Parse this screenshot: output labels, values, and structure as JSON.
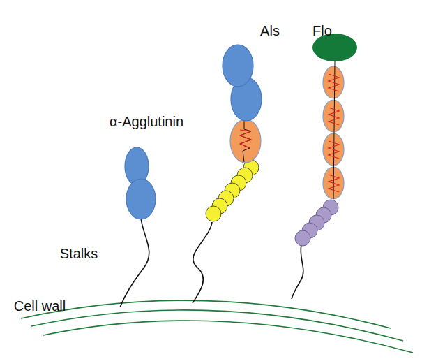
{
  "diagram": {
    "labels": [
      "Als",
      "Flo",
      "α-Agglutinin",
      "Stalks",
      "Cell wall"
    ]
  }
}
